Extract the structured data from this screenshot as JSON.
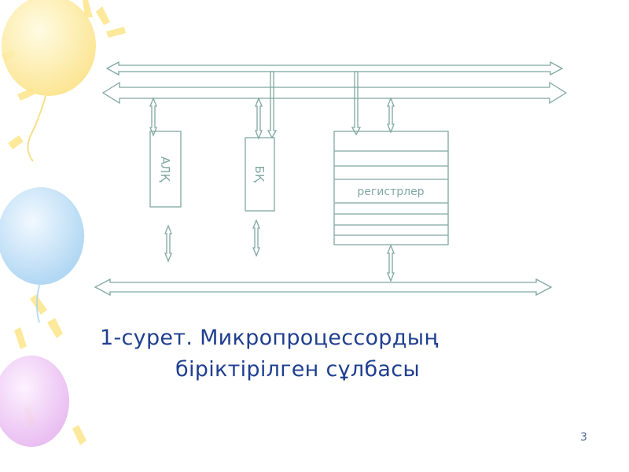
{
  "slide": {
    "caption_line1": "1-сурет. Микропроцессордың",
    "caption_line2": "біріктірілген сұлбасы",
    "page_number": "3"
  },
  "diagram": {
    "blocks": {
      "alu": "АЛҚ",
      "control": "БҚ",
      "registers": "регистрлер"
    }
  },
  "colors": {
    "line": "#7fa8a0",
    "caption": "#1f3f8f",
    "page_number": "#4d6a9a"
  }
}
